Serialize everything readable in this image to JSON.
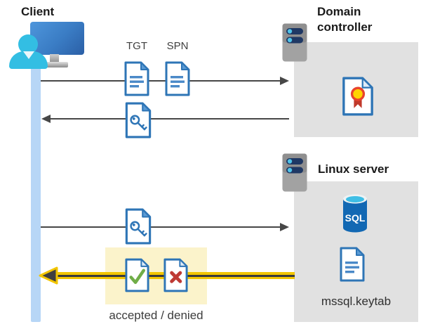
{
  "client": {
    "label": "Client"
  },
  "domain_controller": {
    "title": "Domain controller"
  },
  "linux_server": {
    "title": "Linux server",
    "sql_label": "SQL",
    "keytab_label": "mssql.keytab"
  },
  "messages": {
    "tgt_label": "TGT",
    "spn_label": "SPN",
    "result_label": "accepted / denied"
  },
  "icons": {
    "client_computer": "monitor-with-user-icon",
    "domain_controller_server": "server-tower-icon",
    "linux_server_machine": "server-tower-icon",
    "tgt_document": "document-icon",
    "spn_document": "document-icon",
    "ticket_key_document": "document-key-icon",
    "certificate_document": "document-certificate-icon",
    "sql_database": "sql-database-cylinder-icon",
    "keytab_document": "document-icon",
    "accepted_document": "document-check-icon",
    "denied_document": "document-cross-icon"
  },
  "colors": {
    "doc_border_blue": "#2e75b6",
    "doc_fold_blue": "#5b9bd5",
    "doc_line_blue": "#4a89c8",
    "client_cyan": "#33bee3",
    "lifeline_blue": "#b7d6f6",
    "box_gray": "#e1e1e1",
    "server_navy": "#1f3864",
    "server_dot_cyan": "#4fc3e8",
    "arrow_gray": "#474747",
    "highlight_yellow_bg": "#fbf3cb",
    "arrow_yellow": "#f2c500",
    "check_green": "#70ad47",
    "cross_red": "#be3a34",
    "cert_gold": "#ffd400",
    "cert_red": "#d23a2c",
    "sql_blue": "#1268b3",
    "sql_rim_cyan": "#3fbee5"
  }
}
